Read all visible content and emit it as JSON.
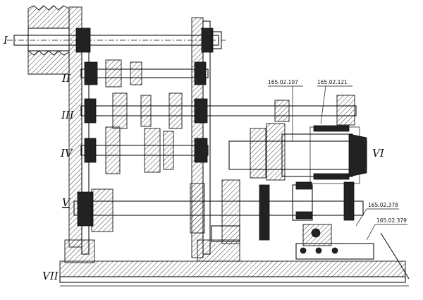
{
  "shaft_labels": {
    "i": "I",
    "ii": "II",
    "iii": "III",
    "iv": "IV",
    "v": "V",
    "vi": "VI",
    "vii": "VII"
  },
  "part_refs": {
    "r107": "165.02.107",
    "r121": "165.02.121",
    "r378": "165.02.378",
    "r379": "165.02.379"
  }
}
